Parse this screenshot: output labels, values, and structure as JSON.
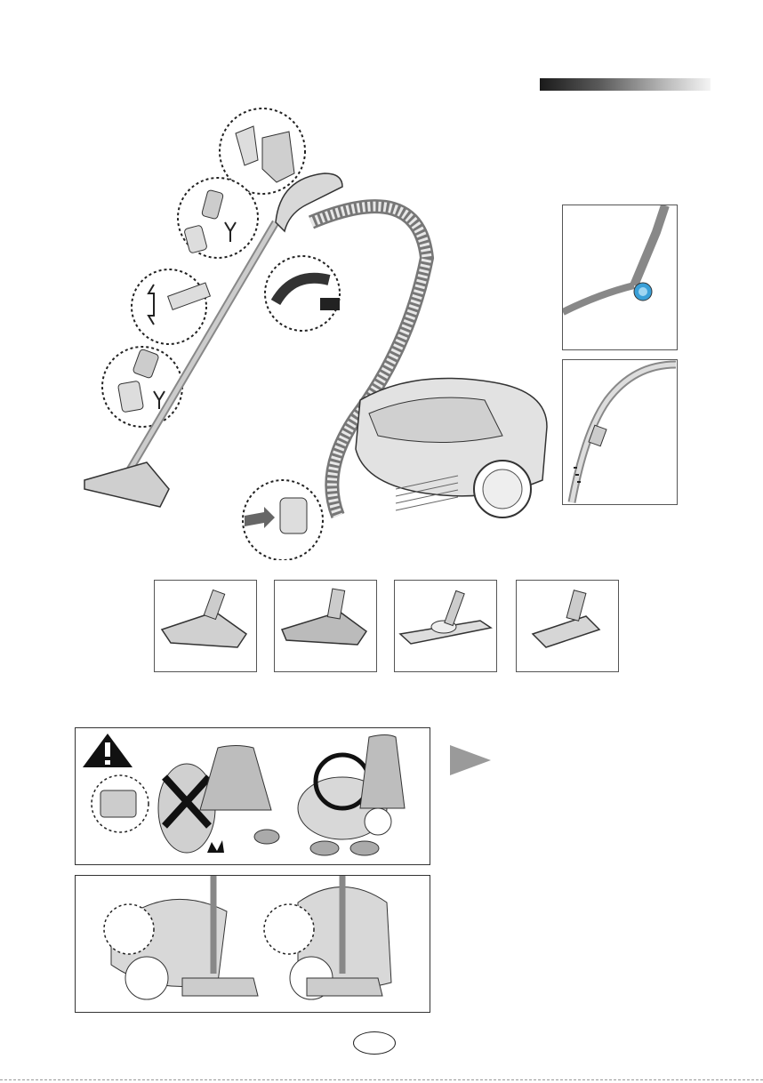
{
  "header": {
    "bar": "gradient-bar"
  },
  "figures": {
    "assembly": "vacuum-assembly-illustration",
    "side_views": [
      "hose-connection-detail",
      "telescopic-pipe-detail"
    ],
    "tools": [
      "floor-brush",
      "turbo-brush",
      "parquet-brush",
      "mini-turbo-brush"
    ],
    "warning": "warning-icon",
    "parking": "parking-position-illustration"
  },
  "colors": {
    "line": "#333333",
    "fill_light": "#e6e6e6",
    "fill_mid": "#bfbfbf",
    "arrow": "#9a9a9a",
    "accent_blue": "#3aa0d8"
  }
}
